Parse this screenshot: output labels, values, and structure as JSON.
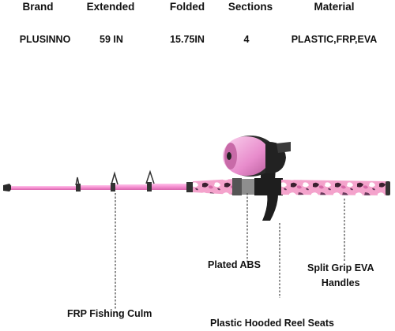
{
  "specs": {
    "headers": [
      "Brand",
      "Extended",
      "Folded",
      "Sections",
      "Material"
    ],
    "values": [
      "PLUSINNO",
      "59 IN",
      "15.75IN",
      "4",
      "PLASTIC,FRP,EVA"
    ]
  },
  "callouts": {
    "plated_abs": "Plated ABS",
    "split_grip_line1": "Split Grip EVA",
    "split_grip_line2": "Handles",
    "frp_culm": "FRP Fishing Culm",
    "reel_seats": "Plastic Hooded Reel Seats"
  },
  "colors": {
    "rod_pink": "#f58fd0",
    "reel_pink": "#f0a6da",
    "camo_pink": "#f4a3cc",
    "dark": "#222222"
  }
}
